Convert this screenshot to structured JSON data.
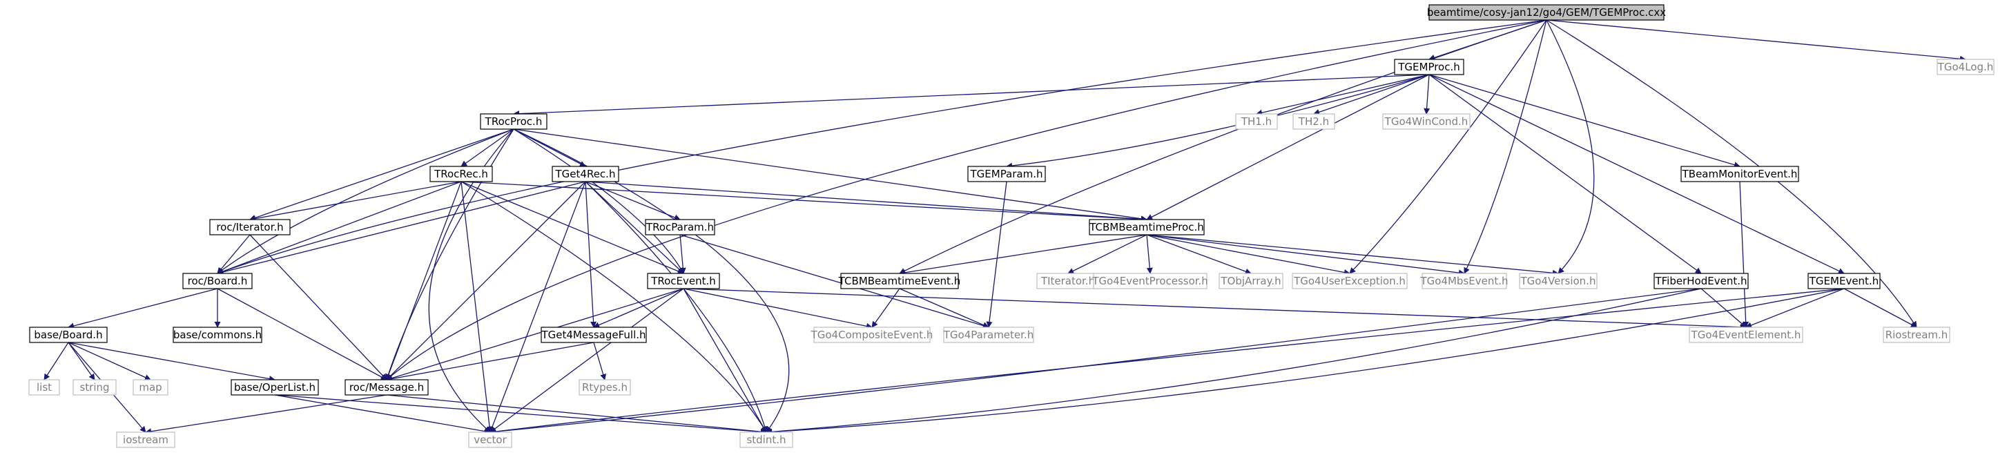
{
  "colors": {
    "root_fill": "#c0c0c0",
    "node_stroke": "#000000",
    "leaf_stroke": "#bfbfbf",
    "leaf_text": "#7f7f7f",
    "edge": "#191970"
  },
  "nodes": {
    "root": "beamtime/cosy-jan12/go4/GEM/TGEMProc.cxx",
    "tgemproc_h": "TGEMProc.h",
    "tgo4log_h": "TGo4Log.h",
    "trocproc_h": "TRocProc.h",
    "th1_h": "TH1.h",
    "th2_h": "TH2.h",
    "tgo4wincond_h": "TGo4WinCond.h",
    "troc_rec_h": "TRocRec.h",
    "tget4rec_h": "TGet4Rec.h",
    "tgemparam_h": "TGEMParam.h",
    "tbeammonitorevent_h": "TBeamMonitorEvent.h",
    "roc_iterator_h": "roc/Iterator.h",
    "trocparam_h": "TRocParam.h",
    "tcbmbeamtimeproc_h": "TCBMBeamtimeProc.h",
    "roc_board_h": "roc/Board.h",
    "troc_event_h": "TRocEvent.h",
    "tcbmbeamtimeevent_h": "TCBMBeamtimeEvent.h",
    "titerator_h": "TIterator.h",
    "tgo4eventprocessor_h": "TGo4EventProcessor.h",
    "tobjarray_h": "TObjArray.h",
    "tgo4userexception_h": "TGo4UserException.h",
    "tgo4mbsevent_h": "TGo4MbsEvent.h",
    "tgo4version_h": "TGo4Version.h",
    "tfiberhodevent_h": "TFiberHodEvent.h",
    "tgemevent_h": "TGEMEvent.h",
    "base_board_h": "base/Board.h",
    "base_commons_h": "base/commons.h",
    "tget4messagefull_h": "TGet4MessageFull.h",
    "tgo4compositeevent_h": "TGo4CompositeEvent.h",
    "tgo4parameter_h": "TGo4Parameter.h",
    "tgo4eventelement_h": "TGo4EventElement.h",
    "riostream_h": "Riostream.h",
    "list": "list",
    "string": "string",
    "map": "map",
    "base_operlist_h": "base/OperList.h",
    "roc_message_h": "roc/Message.h",
    "rtypes_h": "Rtypes.h",
    "iostream": "iostream",
    "vector": "vector",
    "stdint_h": "stdint.h"
  }
}
